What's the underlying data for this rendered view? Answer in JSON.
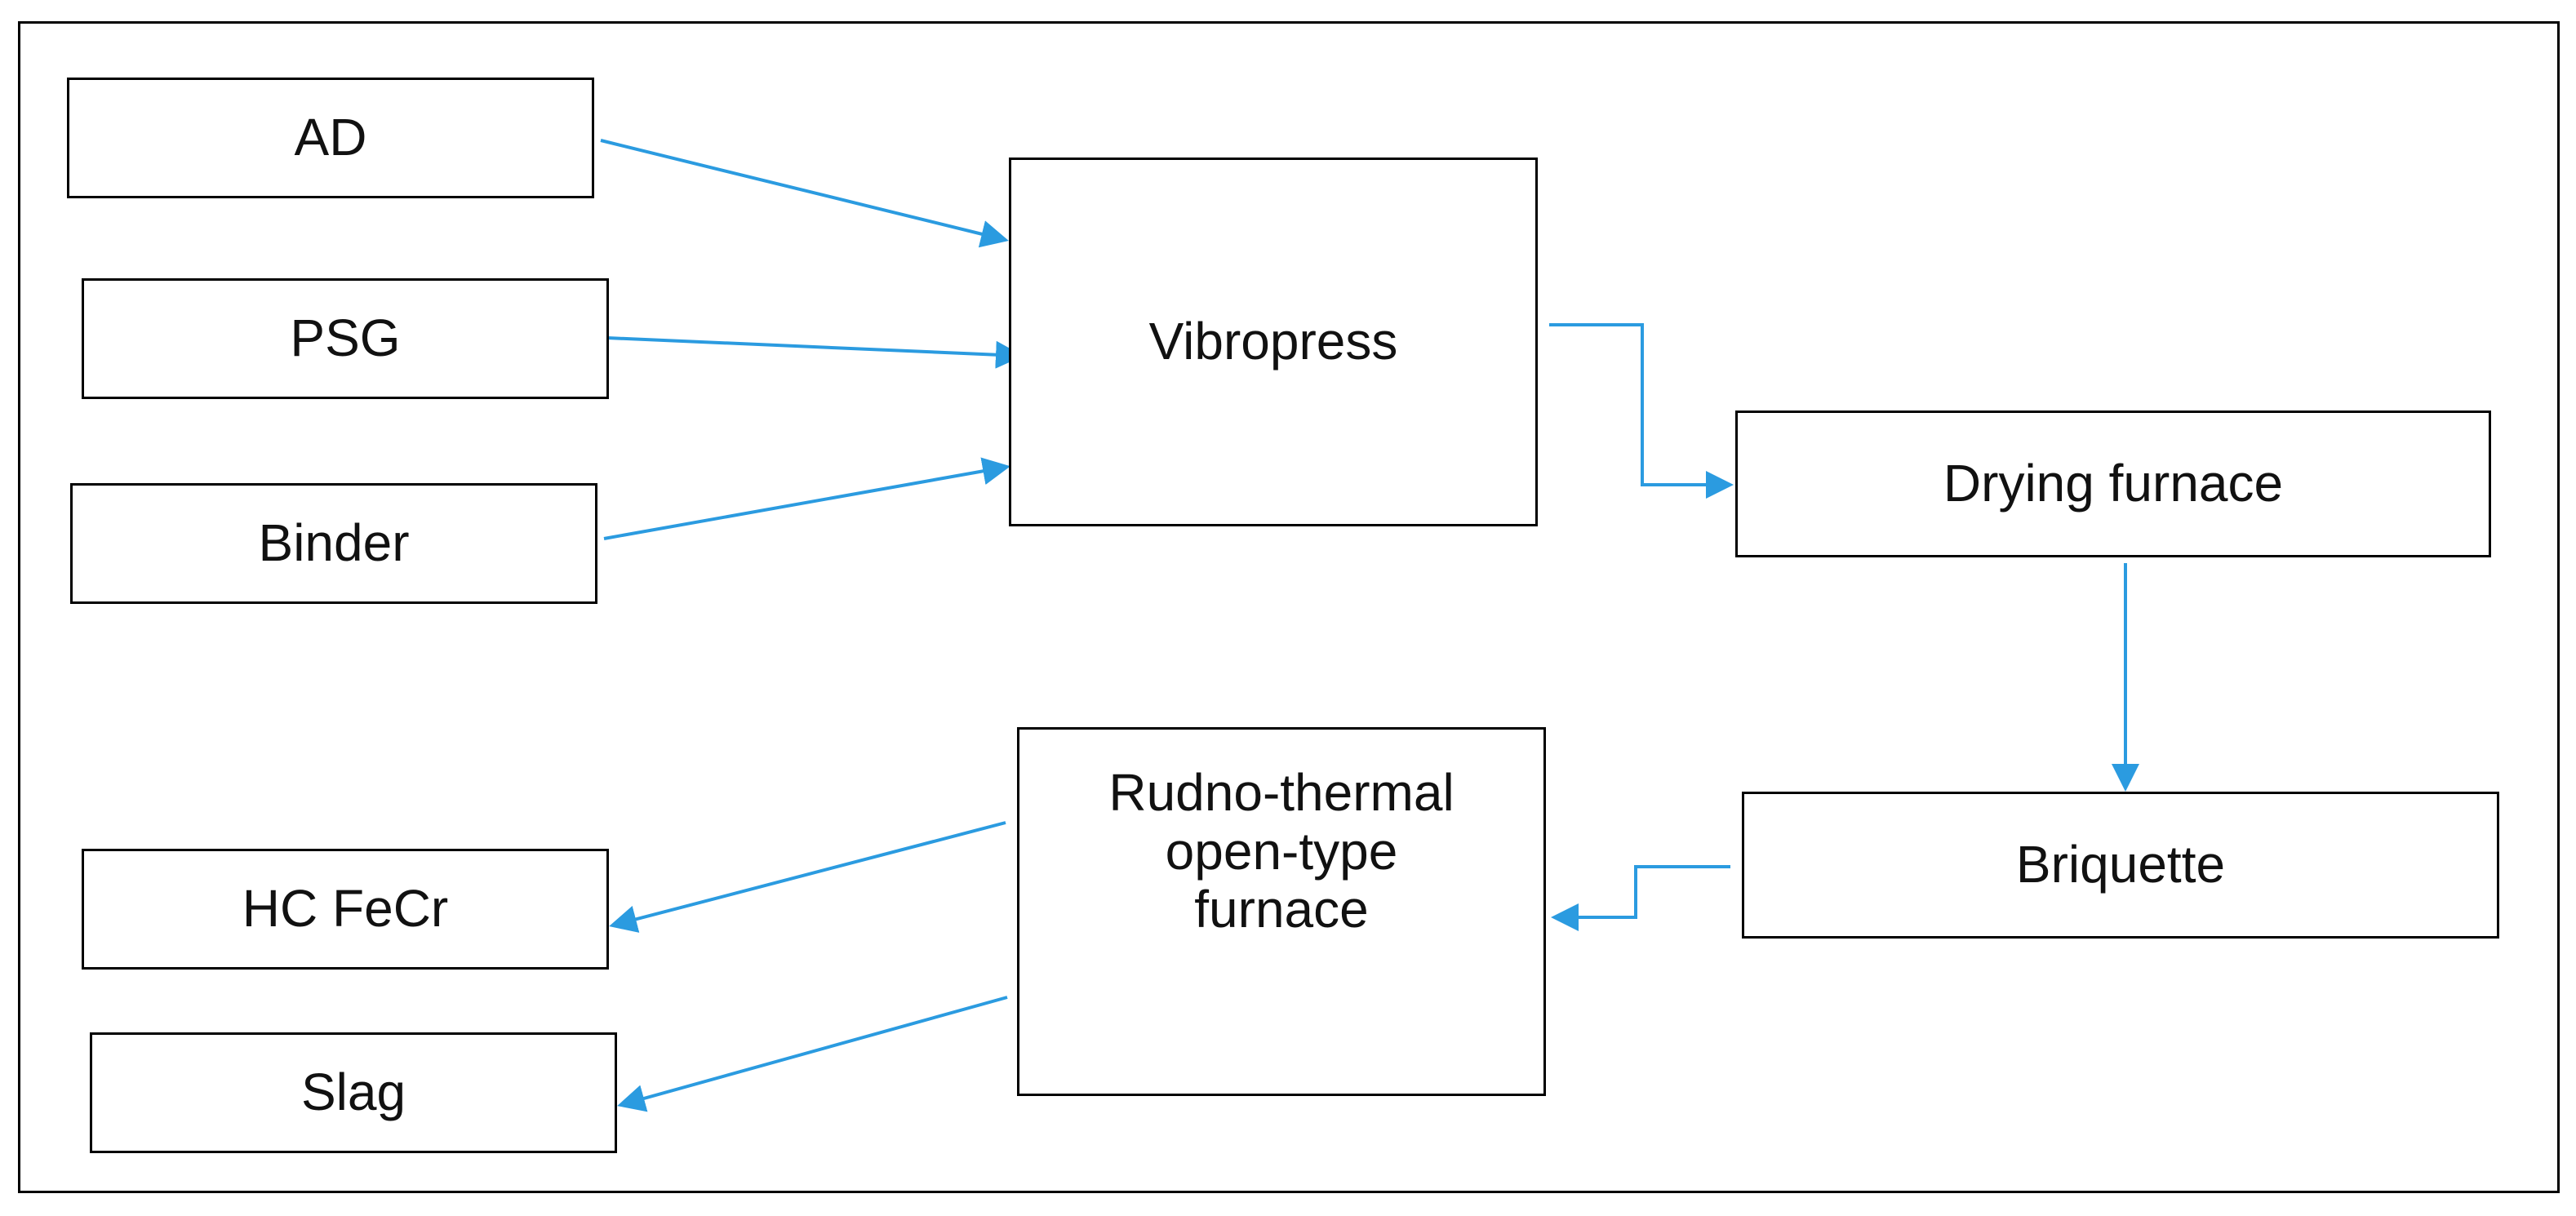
{
  "diagram": {
    "nodes": {
      "ad": "AD",
      "psg": "PSG",
      "binder": "Binder",
      "vibropress": "Vibropress",
      "drying_furnace": "Drying furnace",
      "briquette": "Briquette",
      "furnace": "Rudno-thermal\nopen-type\nfurnace",
      "hc_fecr": "HC FeCr",
      "slag": "Slag"
    },
    "edges": [
      {
        "from": "AD",
        "to": "Vibropress"
      },
      {
        "from": "PSG",
        "to": "Vibropress"
      },
      {
        "from": "Binder",
        "to": "Vibropress"
      },
      {
        "from": "Vibropress",
        "to": "Drying furnace"
      },
      {
        "from": "Drying furnace",
        "to": "Briquette"
      },
      {
        "from": "Briquette",
        "to": "Rudno-thermal open-type furnace"
      },
      {
        "from": "Rudno-thermal open-type furnace",
        "to": "HC FeCr"
      },
      {
        "from": "Rudno-thermal open-type furnace",
        "to": "Slag"
      }
    ],
    "colors": {
      "arrow": "#2b9be0",
      "box_border": "#000000",
      "text": "#111111"
    }
  }
}
